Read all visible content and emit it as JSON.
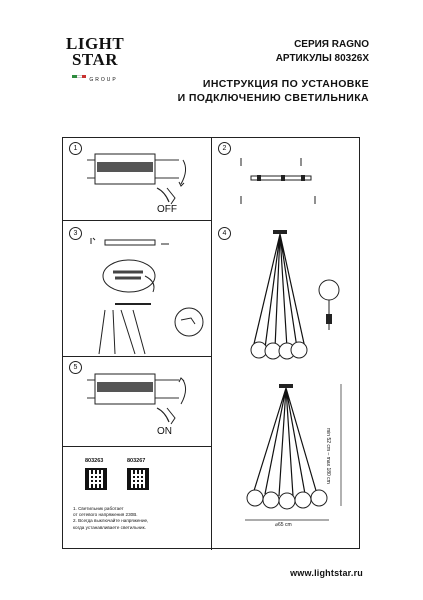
{
  "logo": {
    "line1": "LIGHT",
    "line2": "STAR",
    "group": "GROUP",
    "flag_colors": [
      "#2e8b3e",
      "#ffffff",
      "#c8312f"
    ]
  },
  "header": {
    "series": "СЕРИЯ RAGNO",
    "articles": "АРТИКУЛЫ 80326X",
    "title_line1": "ИНСТРУКЦИЯ ПО УСТАНОВКЕ",
    "title_line2": "И ПОДКЛЮЧЕНИЮ СВЕТИЛЬНИКА"
  },
  "steps": {
    "s1": "1",
    "s2": "2",
    "s3": "3",
    "s4": "4",
    "s5": "5"
  },
  "labels": {
    "off": "OFF",
    "on": "ON"
  },
  "codes": {
    "left": "803263",
    "right": "803267"
  },
  "notes": {
    "line1": "1. Светильник работает",
    "line2": "от сетевого напряжения 230В.",
    "line3": "2. Всегда выключайте напряжение,",
    "line4": "когда устанавливаете светильник."
  },
  "dimensions": {
    "height": "min 52 cm – max 180 cm",
    "diameter": "⌀65 cm"
  },
  "footer": {
    "url": "www.lightstar.ru"
  }
}
